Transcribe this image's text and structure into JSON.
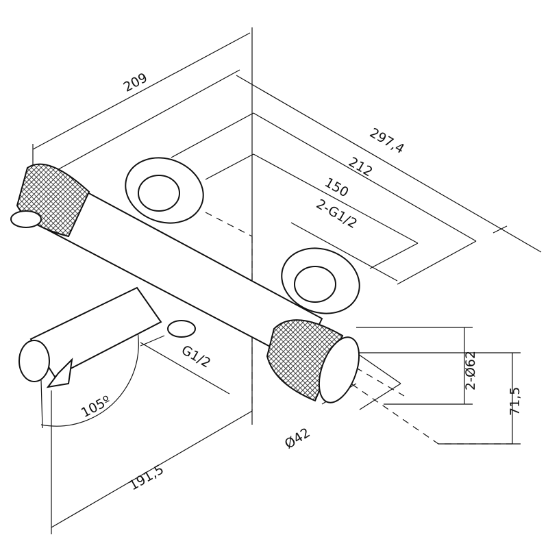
{
  "title": "Bath mixer dimension drawing",
  "dimensions": {
    "overall_width": "209",
    "depth_total": "297,4",
    "depth_body": "212",
    "center_distance": "150",
    "connections": "2-G1/2",
    "outlet_thread": "G1/2",
    "flange_diameter": "2-Ø62",
    "height": "71,5",
    "handle_diameter": "Ø42",
    "spout_angle": "105º",
    "spout_reach": "191,5"
  },
  "colors": {
    "line": "#111111",
    "background": "#ffffff"
  }
}
